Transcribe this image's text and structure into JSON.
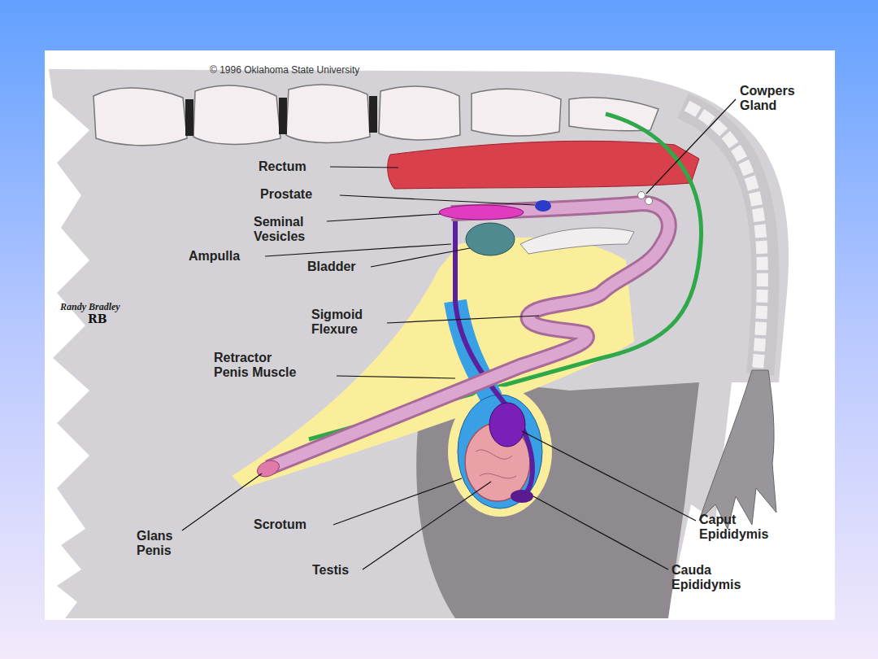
{
  "diagram": {
    "labels": [
      "© 1996 Oklahoma State University",
      "Cowpers Gland",
      "Rectum",
      "Prostate",
      "Seminal Vesicles",
      "Ampulla",
      "Bladder",
      "Sigmoid Flexure",
      "Retractor Penis Muscle",
      "Randy Bradley",
      "RB",
      "Glans Penis",
      "Scrotum",
      "Testis",
      "Caput Epididymis",
      "Cauda Epididymis"
    ]
  }
}
